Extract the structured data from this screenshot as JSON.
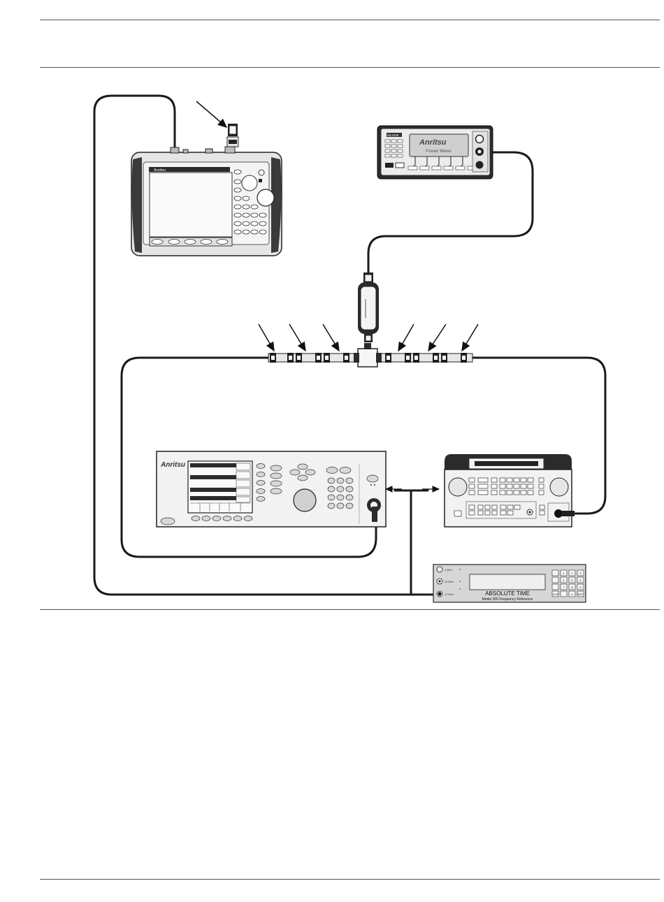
{
  "figure": {
    "power_meter": {
      "brand": "Anritsu",
      "display_text": "Power Meter"
    },
    "handheld": {
      "brand": "Anritsu"
    },
    "signal_generator": {
      "brand": "Anritsu"
    },
    "frequency_reference": {
      "brand_line": "ABSOLUTE TIME",
      "model_line": "Model 300 Frequency Reference",
      "port_labels": [
        "1 MHz",
        "10 MHz",
        "10 MHz"
      ],
      "keypad": [
        "1",
        "2",
        "3",
        "4",
        "5",
        "6",
        "7",
        "8",
        "9",
        "0",
        "CLR",
        "ENT"
      ]
    }
  },
  "colors": {
    "cable": "#1a1a1a",
    "instrument_fill": "#ededed",
    "instrument_dark": "#2b2b2b",
    "rule": "#555555"
  }
}
